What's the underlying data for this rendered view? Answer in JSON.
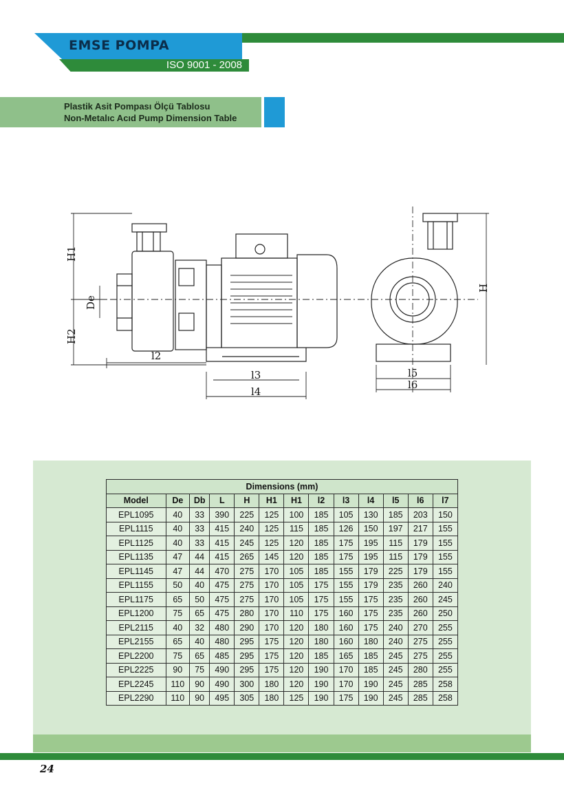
{
  "header": {
    "brand": "EMSE POMPA",
    "iso": "ISO 9001 - 2008"
  },
  "section": {
    "title_tr": "Plastik Asit Pompası Ölçü Tablosu",
    "title_en": "Non-Metalıc Acıd Pump Dimension Table"
  },
  "drawing": {
    "labels": {
      "H1": "H1",
      "De": "De",
      "H2": "H2",
      "l2": "l2",
      "l3": "l3",
      "l4": "l4",
      "H": "H",
      "l5": "l5",
      "l6": "l6"
    }
  },
  "table": {
    "caption": "Dimensions (mm)",
    "headers": [
      "Model",
      "De",
      "Db",
      "L",
      "H",
      "H1",
      "H1",
      "l2",
      "l3",
      "l4",
      "l5",
      "l6",
      "l7"
    ],
    "rows": [
      [
        "EPL1095",
        "40",
        "33",
        "390",
        "225",
        "125",
        "100",
        "185",
        "105",
        "130",
        "185",
        "203",
        "150"
      ],
      [
        "EPL1115",
        "40",
        "33",
        "415",
        "240",
        "125",
        "115",
        "185",
        "126",
        "150",
        "197",
        "217",
        "155"
      ],
      [
        "EPL1125",
        "40",
        "33",
        "415",
        "245",
        "125",
        "120",
        "185",
        "175",
        "195",
        "115",
        "179",
        "155"
      ],
      [
        "EPL1135",
        "47",
        "44",
        "415",
        "265",
        "145",
        "120",
        "185",
        "175",
        "195",
        "115",
        "179",
        "155"
      ],
      [
        "EPL1145",
        "47",
        "44",
        "470",
        "275",
        "170",
        "105",
        "185",
        "155",
        "179",
        "225",
        "179",
        "155"
      ],
      [
        "EPL1155",
        "50",
        "40",
        "475",
        "275",
        "170",
        "105",
        "175",
        "155",
        "179",
        "235",
        "260",
        "240"
      ],
      [
        "EPL1175",
        "65",
        "50",
        "475",
        "275",
        "170",
        "105",
        "175",
        "155",
        "175",
        "235",
        "260",
        "245"
      ],
      [
        "EPL1200",
        "75",
        "65",
        "475",
        "280",
        "170",
        "110",
        "175",
        "160",
        "175",
        "235",
        "260",
        "250"
      ],
      [
        "EPL2115",
        "40",
        "32",
        "480",
        "290",
        "170",
        "120",
        "180",
        "160",
        "175",
        "240",
        "270",
        "255"
      ],
      [
        "EPL2155",
        "65",
        "40",
        "480",
        "295",
        "175",
        "120",
        "180",
        "160",
        "180",
        "240",
        "275",
        "255"
      ],
      [
        "EPL2200",
        "75",
        "65",
        "485",
        "295",
        "175",
        "120",
        "185",
        "165",
        "185",
        "245",
        "275",
        "255"
      ],
      [
        "EPL2225",
        "90",
        "75",
        "490",
        "295",
        "175",
        "120",
        "190",
        "170",
        "185",
        "245",
        "280",
        "255"
      ],
      [
        "EPL2245",
        "110",
        "90",
        "490",
        "300",
        "180",
        "120",
        "190",
        "170",
        "190",
        "245",
        "285",
        "258"
      ],
      [
        "EPL2290",
        "110",
        "90",
        "495",
        "305",
        "180",
        "125",
        "190",
        "175",
        "190",
        "245",
        "285",
        "258"
      ]
    ]
  },
  "footer": {
    "page_number": "24"
  },
  "colors": {
    "green": "#2e8b3a",
    "blue": "#1f9ad6",
    "light_green": "#8fc08a",
    "panel": "#d6e9d2"
  }
}
